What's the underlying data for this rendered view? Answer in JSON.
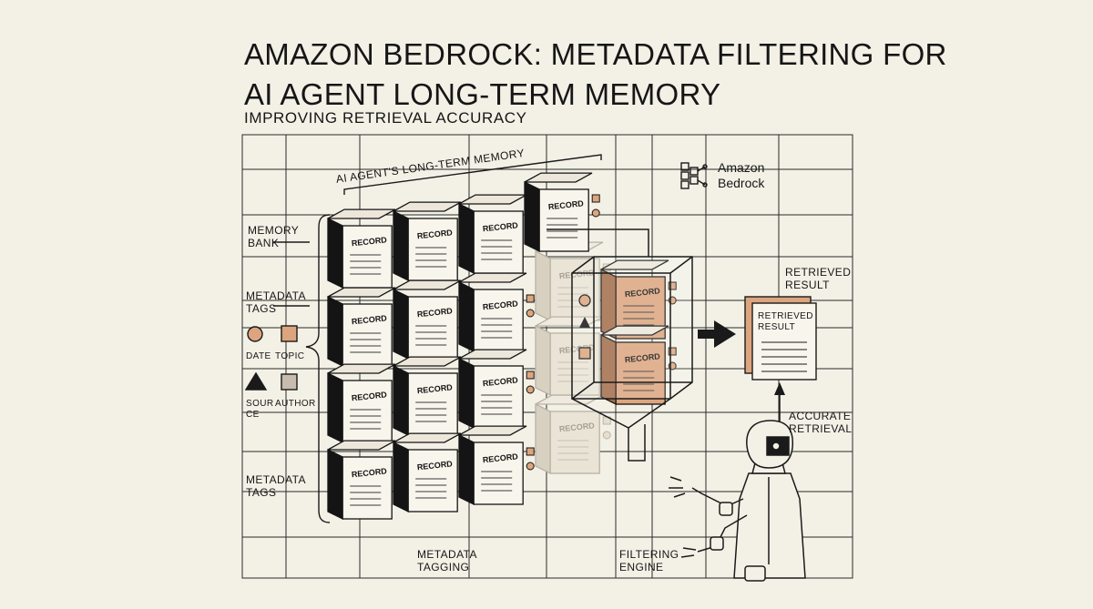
{
  "header": {
    "title": "AMAZON BEDROCK: METADATA FILTERING FOR AI AGENT LONG-TERM MEMORY",
    "subtitle": "IMPROVING RETRIEVAL ACCURACY"
  },
  "brand": {
    "logo_icon": "bedrock-logo-icon",
    "name": "Amazon\nBedrock"
  },
  "labels": {
    "memory_group": "AI AGENT'S LONG-TERM MEMORY",
    "memory_bank": "MEMORY\nBANK",
    "metadata_tags_top": "METADATA\nTAGS",
    "metadata_tags_bottom": "METADATA\nTAGS",
    "metadata_tagging": "METADATA\nTAGGING",
    "filtering_engine": "FILTERING\nENGINE",
    "retrieved_result_outer": "RETRIEVED\nRESULT",
    "retrieved_result_inner": "RETRIEVED\nRESULT",
    "accurate_retrieval": "ACCURATE\nRETRIEVAL"
  },
  "legend": {
    "date": "DATE",
    "topic": "TOPIC",
    "source": "SOUR\nCE",
    "author": "AUTHOR"
  },
  "record_label": "RECORD",
  "colors": {
    "background": "#f3f1e6",
    "ink": "#161616",
    "accent": "#dca57e",
    "faded": "#e9e4d6",
    "gray": "#c7bcae"
  }
}
